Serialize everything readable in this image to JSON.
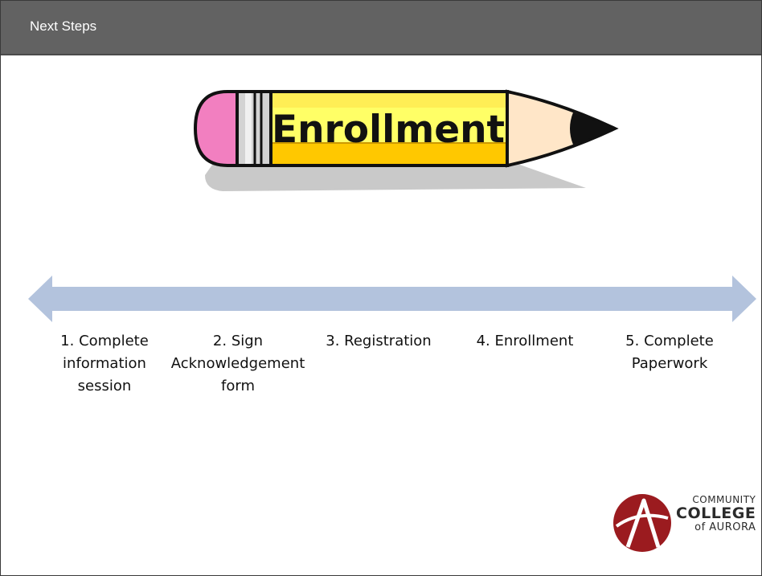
{
  "header": {
    "title": "Next Steps"
  },
  "pencil": {
    "label": "Enrollment"
  },
  "steps": [
    {
      "text": "1. Complete information session"
    },
    {
      "text": "2. Sign Acknowledgement form"
    },
    {
      "text": "3. Registration"
    },
    {
      "text": "4. Enrollment"
    },
    {
      "text": "5. Complete Paperwork"
    }
  ],
  "logo": {
    "line1": "COMMUNITY",
    "line2": "COLLEGE",
    "line3": "of AURORA"
  },
  "colors": {
    "header": "#626262",
    "arrow": "#b3c3dd",
    "logo_red": "#9b1b1f",
    "pencil_yellow": "#ffff66",
    "eraser_pink": "#f27fc0"
  }
}
